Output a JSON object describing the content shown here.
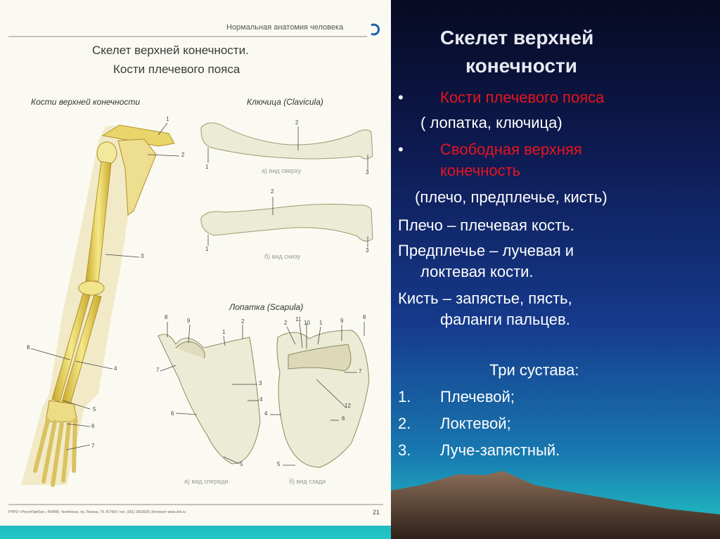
{
  "colors": {
    "panel_top": "#0a1030",
    "panel_mid": "#142a78",
    "panel_bottom": "#1a9ab0",
    "highlight": "#e8141c",
    "bone": "#e8de9a"
  },
  "page": {
    "header": "Нормальная анатомия человека",
    "title_line1": "Скелет верхней конечности.",
    "title_line2": "Кости плечевого пояса",
    "label_limb": "Кости верхней конечности",
    "label_clavicle": "Ключица (Clavicula)",
    "label_scapula": "Лопатка (Scapula)",
    "caption_clav_a": "а) вид сверху",
    "caption_clav_b": "б) вид снизу",
    "caption_scap_a": "а) вид спереди",
    "caption_scap_b": "б) вид сзади",
    "footer_text": "РНПО «РосучПрибор», 454080, Челябинск, пр. Ленина, 79, Ю76КУ, тел. (351) 2663939, Интернет www.shk.ru",
    "page_number": "21"
  },
  "slide": {
    "title_line1": "Скелет верхней",
    "title_line2": "конечности",
    "bullet": "•",
    "item1": "Кости плечевого пояса",
    "item1_detail": "( лопатка, ключица)",
    "item2_line1": "Свободная верхняя",
    "item2_line2": "конечность",
    "item2_detail": "(плечо, предплечье, кисть)",
    "line_shoulder": "Плечо – плечевая кость.",
    "line_forearm_1": "Предплечье – лучевая и",
    "line_forearm_2": "локтевая кости.",
    "line_hand_1": "Кисть – запястье, пясть,",
    "line_hand_2": "фаланги пальцев.",
    "joints_title": "Три сустава:",
    "joints": [
      {
        "num": "1.",
        "text": "Плечевой;"
      },
      {
        "num": "2.",
        "text": "Локтевой;"
      },
      {
        "num": "3.",
        "text": "Луче-запястный."
      }
    ]
  }
}
